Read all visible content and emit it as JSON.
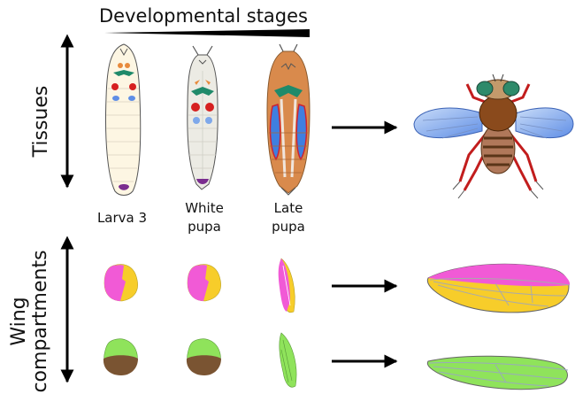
{
  "title": "Developmental stages",
  "left_labels": {
    "tissues": "Tissues",
    "wing_line1": "Wing",
    "wing_line2": "compartments"
  },
  "stages": [
    {
      "line1": "Larva 3",
      "line2": ""
    },
    {
      "line1": "White",
      "line2": "pupa"
    },
    {
      "line1": "Late",
      "line2": "pupa"
    }
  ],
  "colors": {
    "anterior_compartment": "#f15ad6",
    "posterior_compartment": "#f7cd2a",
    "wing_dorsal": "#8fe35b",
    "wing_ventral": "#7a5432",
    "wing_disc": "#3f7fe0",
    "eye_disc": "#d62020",
    "antenna_disc": "#e88a3c",
    "haltere_disc": "#1f8a6a",
    "genital_disc": "#7a2d8f",
    "pupal_case": "#d98a4c",
    "adult_body": "#8a4a1c"
  }
}
